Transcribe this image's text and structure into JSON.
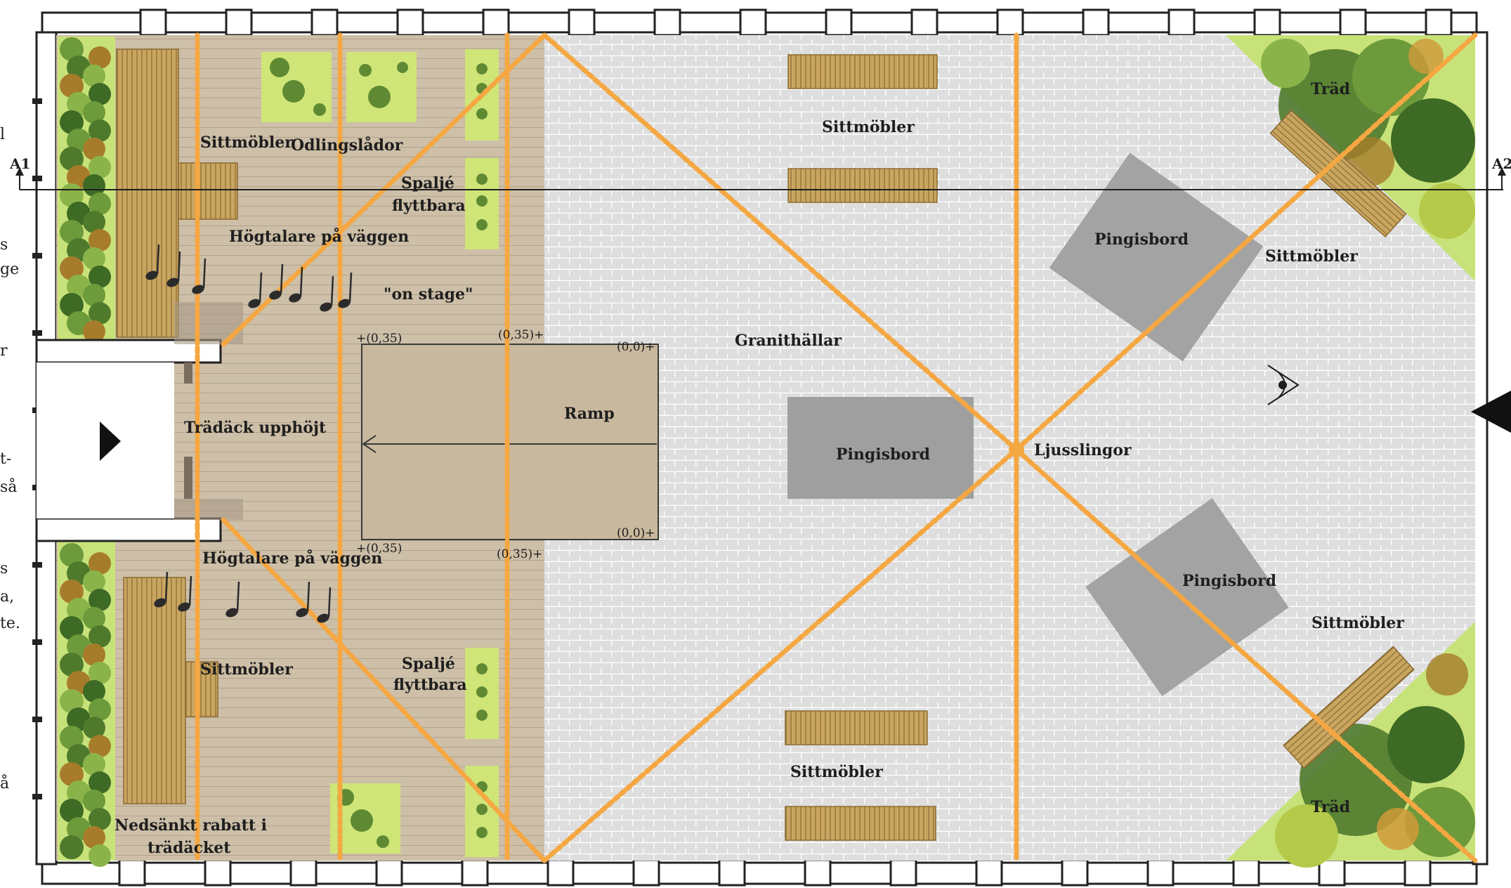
{
  "colors": {
    "deck": "#cdbfa8",
    "granite": "#dcdcdc",
    "light_line": "#f5a742",
    "bench": "#c9a660",
    "pingis": "#9f9f9f",
    "planter": "#cfe578",
    "tree_green": "#5f8a33"
  },
  "labels": {
    "odlinglador": "Odlingslådor",
    "sittmobler_tl": "Sittmöbler",
    "spalje_top_1": "Spaljé",
    "spalje_top_2": "flyttbara",
    "hogtalare_top": "Högtalare på väggen",
    "on_stage": "\"on stage\"",
    "tradack": "Trädäck upphöjt",
    "ramp": "Ramp",
    "hogtalare_bottom": "Högtalare på väggen",
    "sittmobler_bl": "Sittmöbler",
    "spalje_bot_1": "Spaljé",
    "spalje_bot_2": "flyttbara",
    "nedsankt_1": "Nedsänkt rabatt i",
    "nedsankt_2": "trädäcket",
    "sittmobler_top_center": "Sittmöbler",
    "granithallar": "Granithällar",
    "pingisbord_center": "Pingisbord",
    "ljusslingor": "Ljusslingor",
    "sittmobler_bottom_center": "Sittmöbler",
    "trad_top": "Träd",
    "pingisbord_tr": "Pingisbord",
    "sittmobler_tr": "Sittmöbler",
    "pingisbord_br": "Pingisbord",
    "sittmobler_br": "Sittmöbler",
    "trad_bottom": "Träd",
    "a1": "A1",
    "a2": "A2",
    "level_1": "+(0,35)",
    "level_2": "(0,35)+",
    "level_3": "(0,0)+",
    "level_4": "+(0,35)",
    "level_5": "(0,35)+",
    "level_6": "(0,0)+"
  },
  "margin_fragments": [
    "l",
    "s",
    "ge",
    "r",
    "t-",
    "så",
    "s",
    "a,",
    "te.",
    "å"
  ]
}
